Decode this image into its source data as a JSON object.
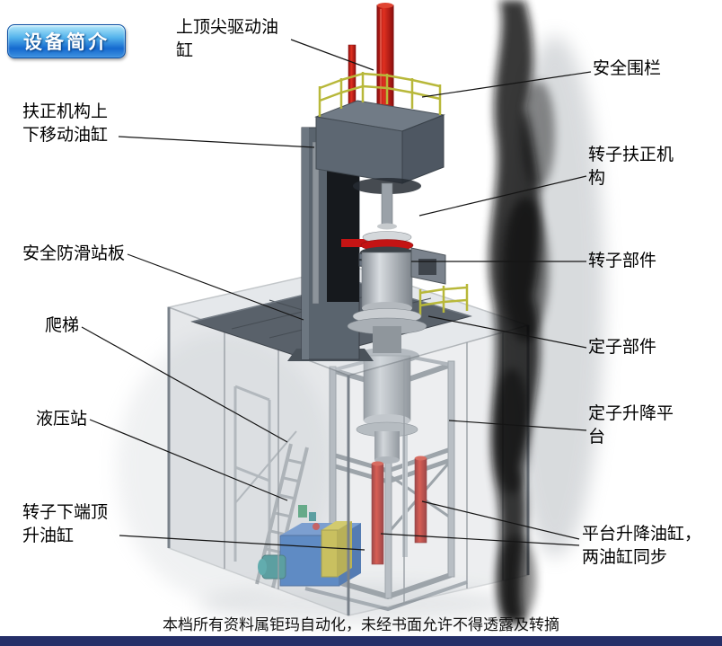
{
  "badge": {
    "label": "设备简介"
  },
  "labels": {
    "top_spindle_cylinder": "上顶尖驱动油缸",
    "safety_fence": "安全围栏",
    "righting_lift_cylinder": "扶正机构上下移动油缸",
    "rotor_righting_mechanism": "转子扶正机构",
    "anti_slip_platform": "安全防滑站板",
    "rotor_component": "转子部件",
    "ladder": "爬梯",
    "stator_component": "定子部件",
    "hydraulic_station": "液压站",
    "stator_lift_platform": "定子升降平台",
    "rotor_bottom_jack_cylinder": "转子下端顶升油缸",
    "platform_lift_cylinders": "平台升降油缸，两油缸同步"
  },
  "footer": {
    "notice": "本档所有资料属钜玛自动化，未经书面允许不得透露及转摘"
  },
  "colors": {
    "cylinder_red": "#c41414",
    "railing_yellow": "#b8b83a",
    "hydraulic_blue": "#2f6fc4",
    "badge_blue": "#1569cf",
    "footer_bar_navy": "#252f68",
    "platform_gray": "#59616a"
  }
}
